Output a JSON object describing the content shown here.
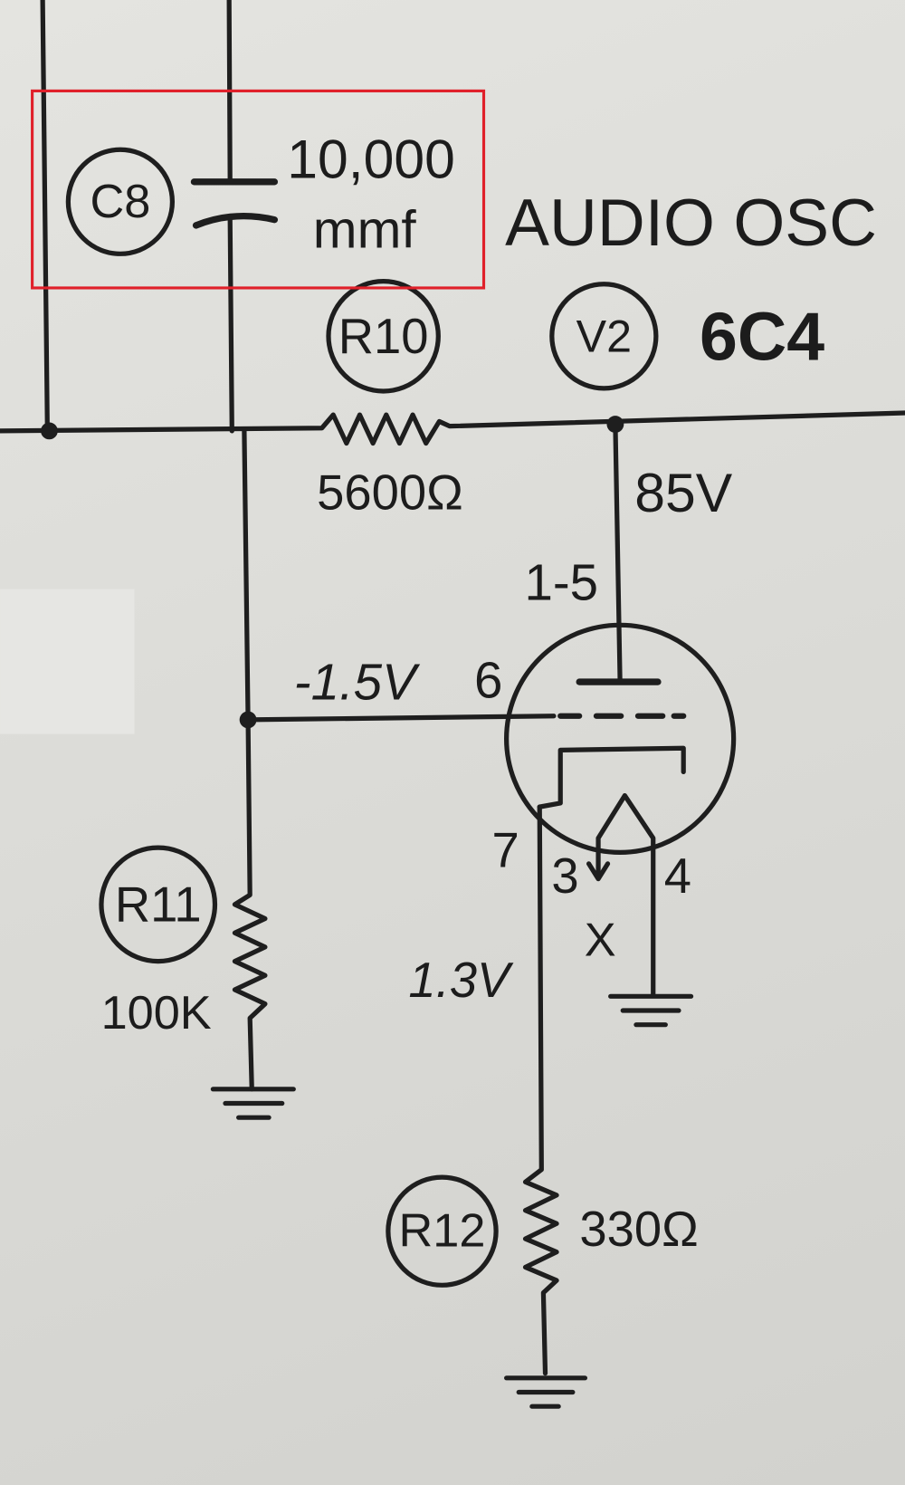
{
  "title": "AUDIO OSC",
  "tube": {
    "ref": "V2",
    "type": "6C4",
    "plate_voltage": "85V",
    "plate_pins": "1-5",
    "grid_voltage": "-1.5V",
    "grid_pin": "6",
    "cathode_pin": "7",
    "heater_pin_3": "3",
    "heater_pin_4": "4",
    "heater_mark": "X",
    "cathode_voltage": "1.3V"
  },
  "components": {
    "c8": {
      "ref": "C8",
      "value_line1": "10,000",
      "value_line2": "mmf"
    },
    "r10": {
      "ref": "R10",
      "value": "5600Ω"
    },
    "r11": {
      "ref": "R11",
      "value": "100K"
    },
    "r12": {
      "ref": "R12",
      "value": "330Ω"
    }
  },
  "highlight_color": "#e0202a"
}
